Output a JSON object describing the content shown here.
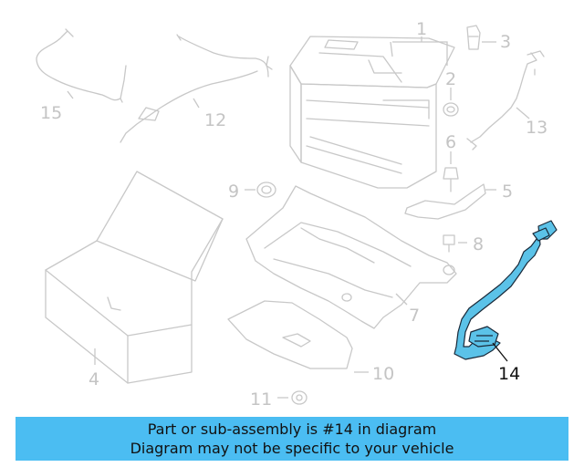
{
  "diagram": {
    "callouts": [
      "1",
      "2",
      "3",
      "4",
      "5",
      "6",
      "7",
      "8",
      "9",
      "10",
      "11",
      "12",
      "13",
      "14",
      "15"
    ],
    "highlighted_callout": "14",
    "colors": {
      "highlight": "#5bc2e8",
      "parts": "#c8c8c8",
      "banner": "#4bbdf2"
    }
  },
  "banner": {
    "line1": "Part or sub-assembly is #14 in diagram",
    "line2": "Diagram may not be specific to your vehicle"
  }
}
